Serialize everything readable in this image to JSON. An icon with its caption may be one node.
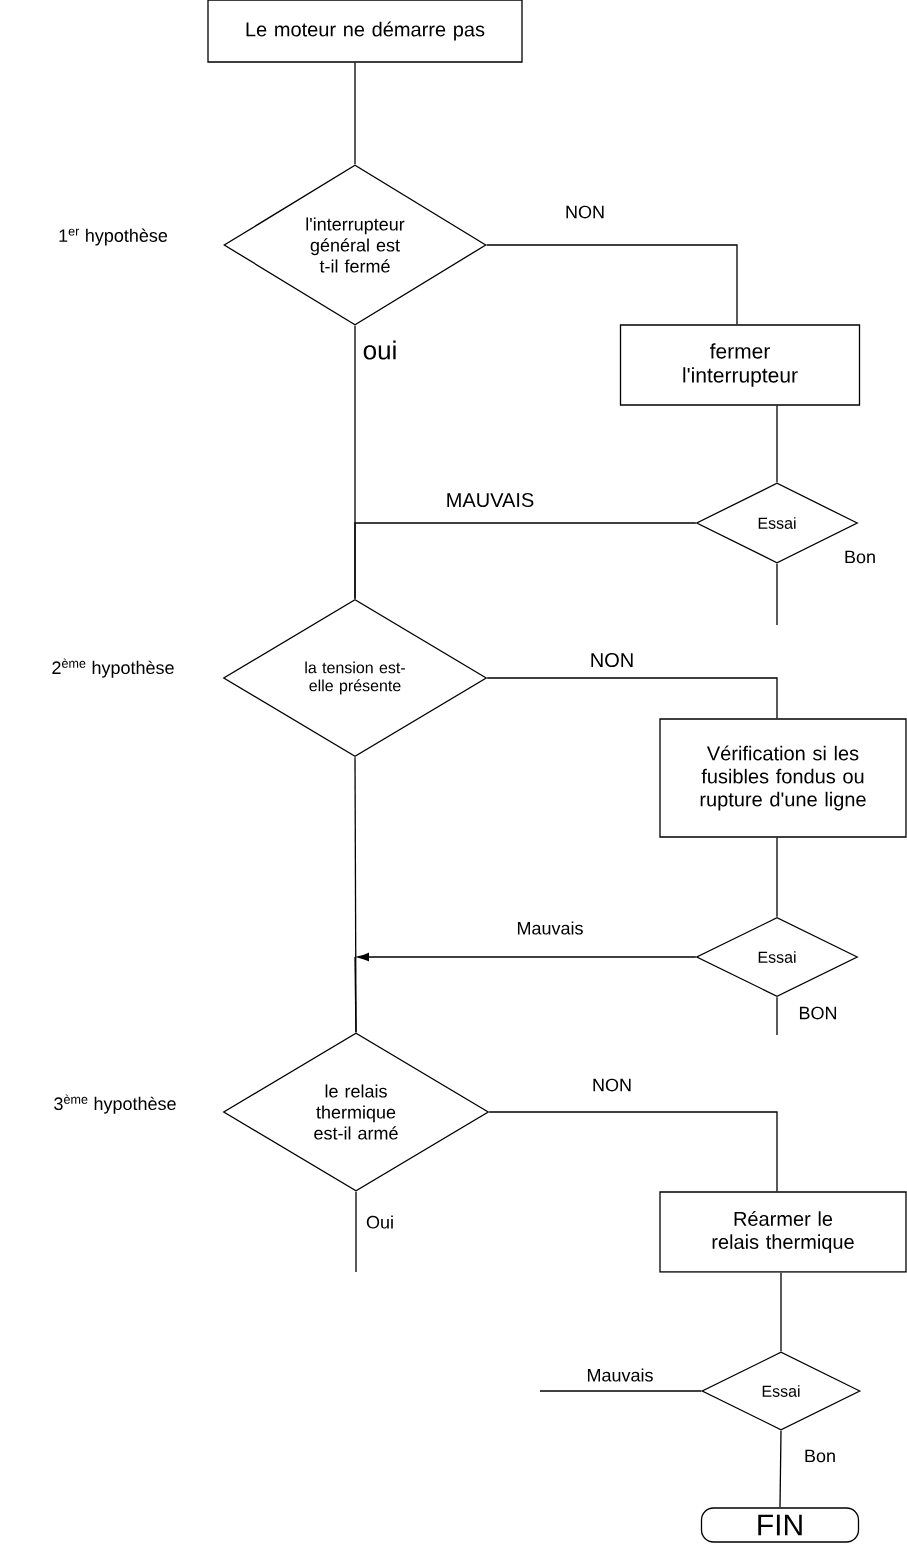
{
  "diagram": {
    "nodes": [
      {
        "text": [
          "Le moteur ne démarre pas"
        ]
      },
      {
        "text": [
          "l'interrupteur général est t-il fermé"
        ],
        "beside": [
          "1$^{er}$ hypothèse"
        ]
      },
      {
        "text": [
          "fermer l'interrupteur"
        ]
      },
      {
        "text": [
          "Essai"
        ]
      },
      {
        "text": [
          "la tension est-elle présente"
        ],
        "beside": [
          "2$^{ème}$ hypothèse"
        ]
      },
      {
        "text": [
          "Vérification si les fusibles fondus ou rupture d'une ligne"
        ]
      },
      {
        "text": [
          "Essai"
        ]
      },
      {
        "text": [
          "le relais thermique est-il armé"
        ],
        "beside": [
          "3$^{ème}$ hypothèse"
        ]
      },
      {
        "text": [
          "Réarmer le relais thermique"
        ]
      },
      {
        "text": [
          "Essai"
        ]
      },
      {
        "text": [
          "FIN"
        ]
      }
    ],
    "edges": [
      {
        "from": 0,
        "to": 1,
        "arrow": "none"
      },
      {
        "from": 1,
        "to": 4,
        "arrow": "none",
        "label": "oui"
      },
      {
        "from": 1,
        "to": 2,
        "arrow": "none",
        "label": "NON"
      },
      {
        "from": 2,
        "to": 3,
        "arrow": "none"
      },
      {
        "from": 3,
        "to": 4,
        "arrow": "none",
        "label": "MAUVAIS"
      },
      {
        "from": 3,
        "to": null,
        "arrow": "none",
        "label": "Bon"
      },
      {
        "from": 4,
        "to": 7,
        "arrow": "none"
      },
      {
        "from": 4,
        "to": 5,
        "arrow": "none",
        "label": "NON"
      },
      {
        "from": 5,
        "to": 6,
        "arrow": "none"
      },
      {
        "from": 6,
        "to": 7,
        "arrow": "to",
        "label": "Mauvais"
      },
      {
        "from": 6,
        "to": null,
        "arrow": "none",
        "label": "BON"
      },
      {
        "from": 7,
        "to": null,
        "arrow": "none",
        "label": "Oui"
      },
      {
        "from": 7,
        "to": 8,
        "arrow": "none",
        "label": "NON"
      },
      {
        "from": 8,
        "to": 9,
        "arrow": "none"
      },
      {
        "from": 9,
        "to": null,
        "arrow": "none",
        "label": "Mauvais"
      },
      {
        "from": 9,
        "to": 10,
        "arrow": "none",
        "label": "Bon"
      }
    ]
  }
}
